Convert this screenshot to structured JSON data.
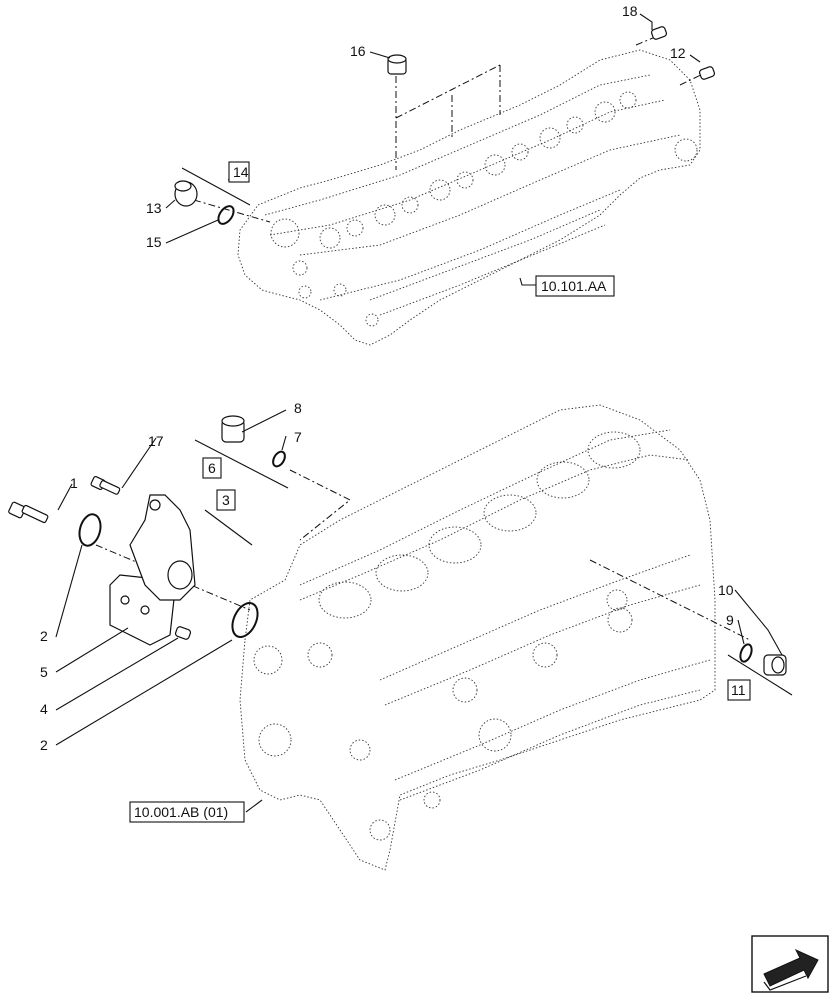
{
  "callouts": {
    "c1": "1",
    "c2a": "2",
    "c2b": "2",
    "c3": "3",
    "c4": "4",
    "c5": "5",
    "c6": "6",
    "c7": "7",
    "c8": "8",
    "c9": "9",
    "c10": "10",
    "c11": "11",
    "c12": "12",
    "c13": "13",
    "c14": "14",
    "c15": "15",
    "c16": "16",
    "c17": "17",
    "c18": "18"
  },
  "references": {
    "cylinder_head": "10.101.AA",
    "engine_block": "10.001.AB (01)"
  },
  "icons": {
    "nav": "next-page-arrow-icon"
  }
}
